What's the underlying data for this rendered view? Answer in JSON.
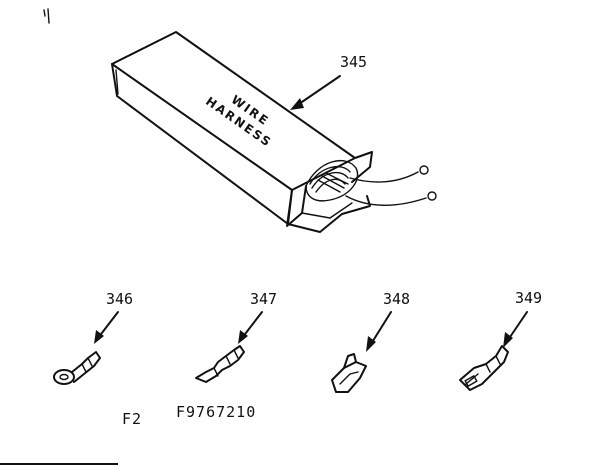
{
  "box_text": {
    "line1": "WIRE",
    "line2": "HARNESS"
  },
  "callouts": {
    "p345": "345",
    "p346": "346",
    "p347": "347",
    "p348": "348",
    "p349": "349"
  },
  "footer": {
    "figure": "F2",
    "part_code": "F9767210"
  }
}
